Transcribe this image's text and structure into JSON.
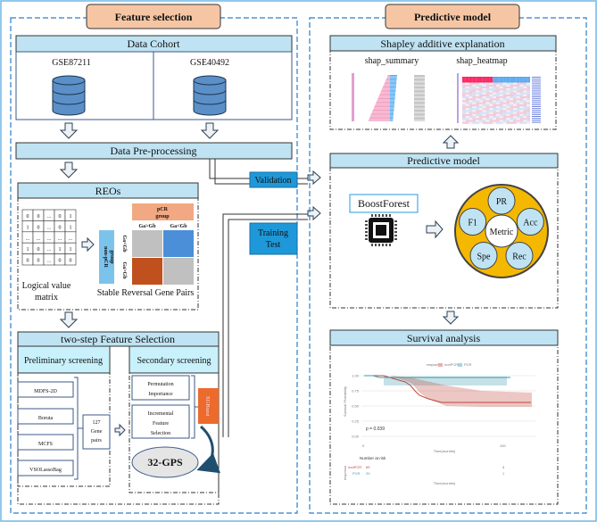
{
  "feature_selection": {
    "title": "Feature selection",
    "data_cohort": {
      "title": "Data Cohort",
      "datasets": [
        "GSE87211",
        "GSE40492"
      ]
    },
    "preprocessing": "Data Pre-processing",
    "reos": {
      "title": "REOs",
      "matrix": [
        [
          "0",
          "0",
          "...",
          "0",
          "1"
        ],
        [
          "1",
          "0",
          "...",
          "0",
          "1"
        ],
        [
          "...",
          "...",
          "...",
          "...",
          "..."
        ],
        [
          "1",
          "0",
          "...",
          "1",
          "1"
        ],
        [
          "0",
          "0",
          "...",
          "0",
          "0"
        ]
      ],
      "matrix_label": [
        "Logical value",
        "matrix"
      ],
      "pcr_group": [
        "pCR",
        "group"
      ],
      "non_pcr_group": [
        "non-pCR",
        "group"
      ],
      "col_labels": [
        "Ga>Gb",
        "Ga<Gb"
      ],
      "row_labels": [
        "Ga<Gb",
        "Ga>Gb"
      ],
      "cell_colors": [
        "#c0c0c0",
        "#4a8fd8",
        "#c0501e",
        "#c0c0c0"
      ],
      "pairs_label": "Stable Reversal Gene Pairs"
    },
    "two_step": {
      "title": "two-step Feature Selection",
      "preliminary": {
        "title": "Preliminary screening",
        "methods": [
          "MDFS-2D",
          "Boruta",
          "MCFS",
          "VSOLassoBag"
        ],
        "result": [
          "127",
          "Gene",
          "pairs"
        ]
      },
      "secondary": {
        "title": "Secondary screening",
        "steps": [
          [
            "Permutation",
            "Importance"
          ],
          [
            "Incremental",
            "Feature",
            "Selection"
          ]
        ],
        "model": "XGBoost",
        "result": "32-GPS"
      }
    }
  },
  "links": {
    "validation": "Validation",
    "training": [
      "Training",
      "Test"
    ]
  },
  "predictive": {
    "title": "Predictive model",
    "shap": {
      "title": "Shapley additive explanation",
      "plots": [
        "shap_summary",
        "shap_heatmap"
      ]
    },
    "model": {
      "title": "Predictive model",
      "name": "BoostForest",
      "center": "Metric",
      "metrics": [
        "PR",
        "Acc",
        "Rec",
        "Spe",
        "F1"
      ]
    },
    "survival": {
      "title": "Survival analysis",
      "legend_title": "response",
      "groups": [
        "nonPCR",
        "PCR"
      ],
      "group_colors": [
        "#c0463c",
        "#3a9bb0"
      ],
      "ylabel": "Survival Probability",
      "xlabel": "Time(months)",
      "yticks": [
        "1.00",
        "0.75",
        "0.50",
        "0.25",
        "0.00"
      ],
      "xticks": [
        "0",
        "100"
      ],
      "pvalue": "p = 0.039",
      "risk_title": "Number at risk",
      "risk_ylabel": "response",
      "risk": [
        [
          "69",
          "4"
        ],
        [
          "29",
          "1"
        ]
      ]
    }
  }
}
